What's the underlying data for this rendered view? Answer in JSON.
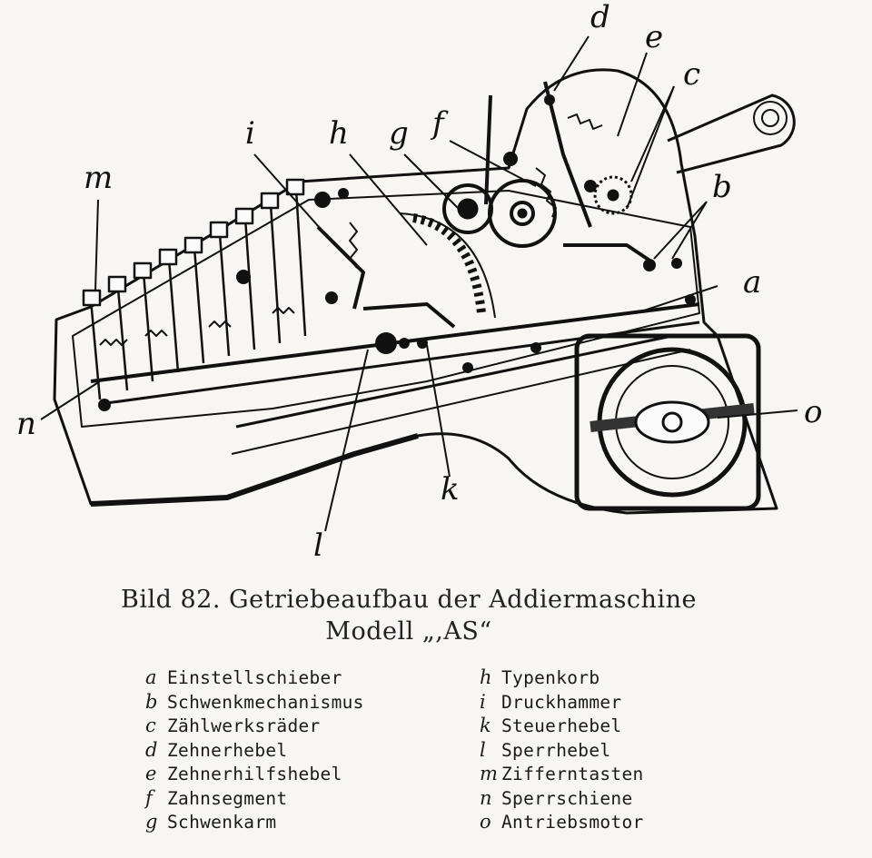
{
  "figure": {
    "caption_line1": "Bild 82. Getriebeaufbau der Addiermaschine",
    "caption_line2": "Modell „,AS“"
  },
  "diagram_labels": {
    "a": "a",
    "b": "b",
    "c": "c",
    "d": "d",
    "e": "e",
    "f": "f",
    "g": "g",
    "h": "h",
    "i": "i",
    "k": "k",
    "l": "l",
    "m": "m",
    "n": "n",
    "o": "o"
  },
  "legend": {
    "left": [
      {
        "key": "a",
        "text": "Einstellschieber"
      },
      {
        "key": "b",
        "text": "Schwenkmechanismus"
      },
      {
        "key": "c",
        "text": "Zählwerksräder"
      },
      {
        "key": "d",
        "text": "Zehnerhebel"
      },
      {
        "key": "e",
        "text": "Zehnerhilfshebel"
      },
      {
        "key": "f",
        "text": "Zahnsegment"
      },
      {
        "key": "g",
        "text": "Schwenkarm"
      }
    ],
    "right": [
      {
        "key": "h",
        "text": "Typenkorb"
      },
      {
        "key": "i",
        "text": "Druckhammer"
      },
      {
        "key": "k",
        "text": "Steuerhebel"
      },
      {
        "key": "l",
        "text": "Sperrhebel"
      },
      {
        "key": "m",
        "text": "Zifferntasten"
      },
      {
        "key": "n",
        "text": "Sperrschiene"
      },
      {
        "key": "o",
        "text": "Antriebsmotor"
      }
    ]
  }
}
